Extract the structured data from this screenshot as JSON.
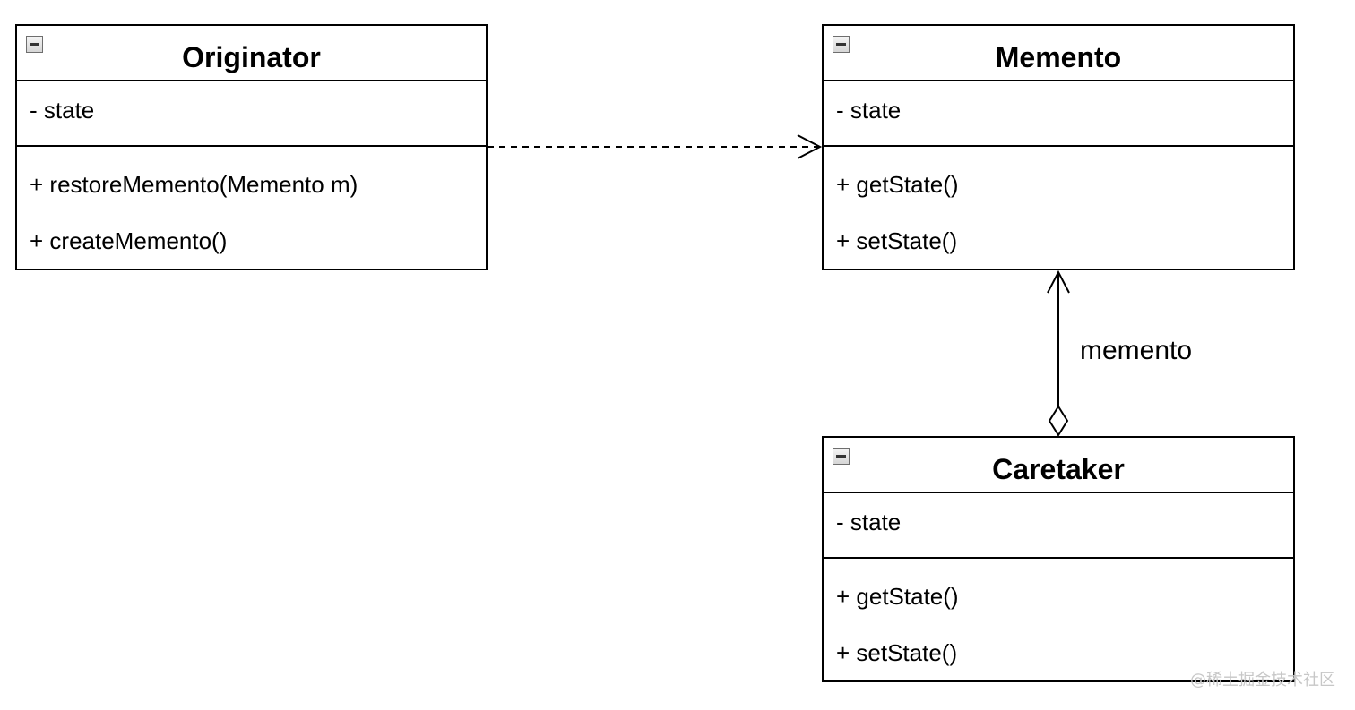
{
  "classes": {
    "originator": {
      "name": "Originator",
      "attributes": [
        "- state"
      ],
      "operations": [
        "+ restoreMemento(Memento m)",
        "+ createMemento()"
      ]
    },
    "memento": {
      "name": "Memento",
      "attributes": [
        "- state"
      ],
      "operations": [
        "+ getState()",
        "+ setState()"
      ]
    },
    "caretaker": {
      "name": "Caretaker",
      "attributes": [
        "- state"
      ],
      "operations": [
        "+ getState()",
        "+ setState()"
      ]
    }
  },
  "relationships": [
    {
      "from": "Originator",
      "to": "Memento",
      "type": "dependency",
      "style": "dashed-open-arrow"
    },
    {
      "from": "Caretaker",
      "to": "Memento",
      "type": "aggregation",
      "style": "hollow-diamond-open-arrow",
      "label": "memento"
    }
  ],
  "watermark": "@稀土掘金技术社区",
  "colors": {
    "line": "#000000",
    "background": "#ffffff",
    "watermark": "#c7c7c7"
  },
  "icons": {
    "collapse": "minus-box-icon"
  }
}
